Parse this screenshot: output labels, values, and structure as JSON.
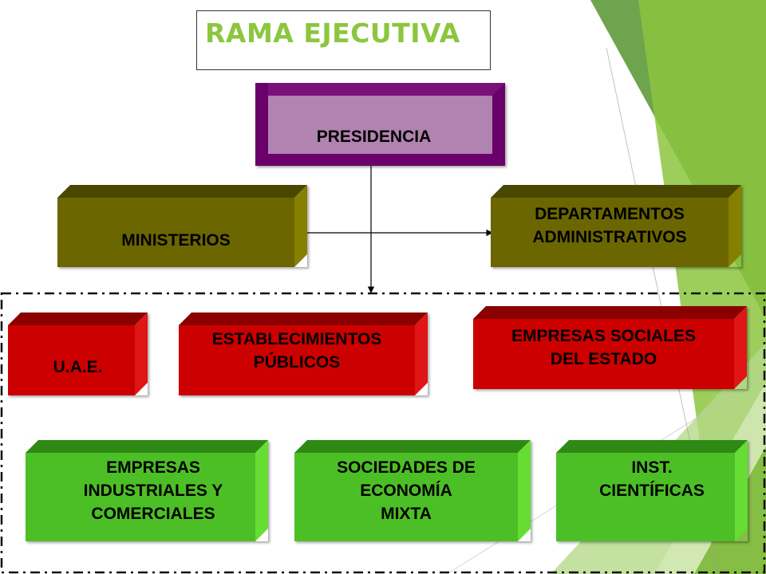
{
  "title": "RAMA EJECUTIVA",
  "nodes": {
    "presidencia": "PRESIDENCIA",
    "ministerios": "MINISTERIOS",
    "departamentos": "DEPARTAMENTOS\nADMINISTRATIVOS",
    "uae": "U.A.E.",
    "establecimientos": "ESTABLECIMIENTOS\n  PÚBLICOS",
    "empresas_sociales": "EMPRESAS SOCIALES\n  DEL ESTADO",
    "empresas_industriales": "EMPRESAS\nINDUSTRIALES Y\nCOMERCIALES",
    "sociedades": "SOCIEDADES DE\n  ECONOMÍA\n  MIXTA",
    "inst_cientificas": "INST.\n  CIENTÍFICAS"
  },
  "colors": {
    "title": "#8CC63F",
    "presidencia_face": "#B083B0",
    "presidencia_frame": "#6A006A",
    "olive_face": "#6B6600",
    "olive_dark": "#4A4700",
    "olive_light": "#858000",
    "red_face": "#CC0000",
    "red_dark": "#8A0000",
    "red_light": "#E01515",
    "green_face": "#4DBF26",
    "green_dark": "#2E8A14",
    "green_light": "#66DD33"
  }
}
